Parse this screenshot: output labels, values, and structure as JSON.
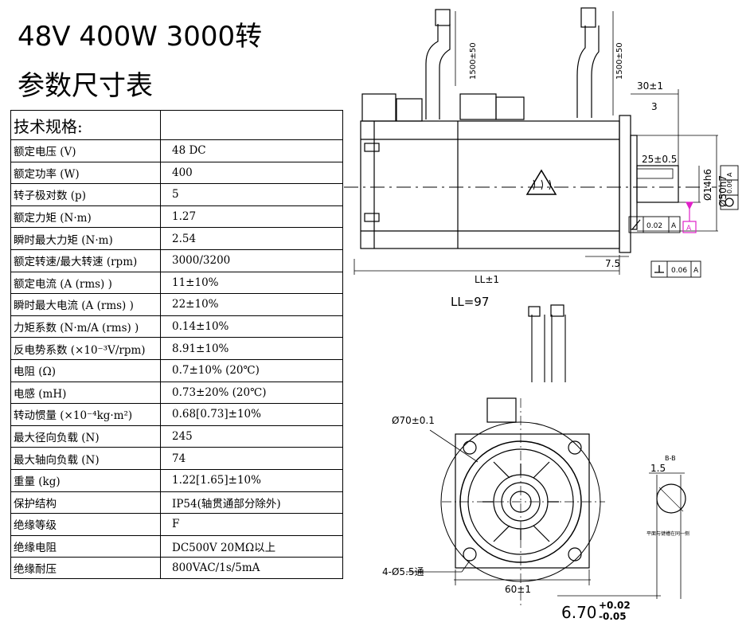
{
  "title_line1": "48V 400W 3000转",
  "title_line2": "参数尺寸表",
  "table": {
    "header": "技术规格:",
    "rows": [
      {
        "name": "额定电压 (V)",
        "value": "48  DC"
      },
      {
        "name": "额定功率 (W)",
        "value": "400"
      },
      {
        "name": "转子极对数 (p)",
        "value": "5"
      },
      {
        "name": "额定力矩 (N·m)",
        "value": "1.27"
      },
      {
        "name": "瞬时最大力矩 (N·m)",
        "value": "2.54"
      },
      {
        "name": "额定转速/最大转速 (rpm)",
        "value": "3000/3200"
      },
      {
        "name": "额定电流 (A (rms) )",
        "value": "11±10%"
      },
      {
        "name": "瞬时最大电流 (A (rms) )",
        "value": "22±10%"
      },
      {
        "name": "力矩系数 (N·m/A (rms) )",
        "value": "0.14±10%"
      },
      {
        "name": "反电势系数 (×10⁻³V/rpm)",
        "value": "8.91±10%"
      },
      {
        "name": "电阻 (Ω)",
        "value": "0.7±10% (20℃)"
      },
      {
        "name": "电感 (mH)",
        "value": "0.73±20% (20℃)"
      },
      {
        "name": "转动惯量 (×10⁻⁴kg·m²)",
        "value": "0.68[0.73]±10%"
      },
      {
        "name": "最大径向负载 (N)",
        "value": "245"
      },
      {
        "name": "最大轴向负载 (N)",
        "value": "74"
      },
      {
        "name": "重量 (kg)",
        "value": "1.22[1.65]±10%"
      },
      {
        "name": "保护结构",
        "value": "IP54(轴贯通部分除外)"
      },
      {
        "name": "绝缘等级",
        "value": "F"
      },
      {
        "name": "绝缘电阻",
        "value": "DC500V 20MΩ以上"
      },
      {
        "name": "绝缘耐压",
        "value": "800VAC/1s/5mA"
      }
    ]
  },
  "drawing": {
    "cable_len_1": "1500±50",
    "cable_len_2": "1500±50",
    "dim_30": "30±1",
    "dim_3": "3",
    "dim_25": "25±0.5",
    "dim_shaft": "Ø14h6",
    "dim_spigot": "Ø50h7",
    "tol_runout_value": "0.02",
    "tol_runout_datum": "A",
    "tol_datum_label": "A",
    "tol_perp_value": "0.06",
    "tol_perp_datum": "A",
    "tol_side_value": "0.06",
    "tol_side_datum": "A",
    "dim_7_5": "7.5",
    "dim_ll": "LL±1",
    "ll_value": "LL=97",
    "dim_pcd": "Ø70±0.1",
    "dim_holes": "4-Ø5.5通",
    "dim_60": "60±1",
    "section_label": "B-B",
    "dim_1_5": "1.5",
    "flat_note": "平面与键槽在同一侧",
    "dim_6_70": "6.70",
    "tol_plus": "+0.02",
    "tol_minus": "-0.05"
  }
}
